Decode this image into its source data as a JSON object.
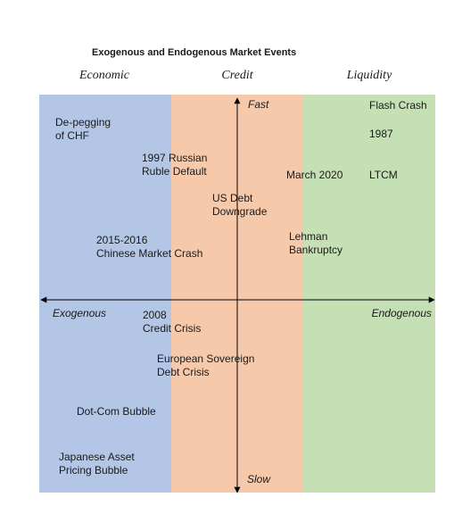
{
  "title": "Exogenous and Endogenous Market Events",
  "columns": [
    {
      "label": "Economic",
      "color": "#b3c6e6"
    },
    {
      "label": "Credit",
      "color": "#f7c9ab"
    },
    {
      "label": "Liquidity",
      "color": "#c5e0b4"
    }
  ],
  "axes": {
    "top": "Fast",
    "bottom": "Slow",
    "left": "Exogenous",
    "right": "Endogenous"
  },
  "events": [
    {
      "lines": [
        "De-pegging",
        "of CHF"
      ]
    },
    {
      "lines": [
        "1997 Russian",
        "Ruble Default"
      ]
    },
    {
      "lines": [
        "US Debt",
        "Downgrade"
      ]
    },
    {
      "lines": [
        "2015-2016",
        "Chinese Market Crash"
      ]
    },
    {
      "lines": [
        "Flash Crash"
      ]
    },
    {
      "lines": [
        "1987"
      ]
    },
    {
      "lines": [
        "March 2020"
      ]
    },
    {
      "lines": [
        "LTCM"
      ]
    },
    {
      "lines": [
        "Lehman",
        "Bankruptcy"
      ]
    },
    {
      "lines": [
        "2008",
        "Credit Crisis"
      ]
    },
    {
      "lines": [
        "European Sovereign",
        "Debt Crisis"
      ]
    },
    {
      "lines": [
        "Dot-Com Bubble"
      ]
    },
    {
      "lines": [
        "Japanese Asset",
        "Pricing Bubble"
      ]
    }
  ]
}
